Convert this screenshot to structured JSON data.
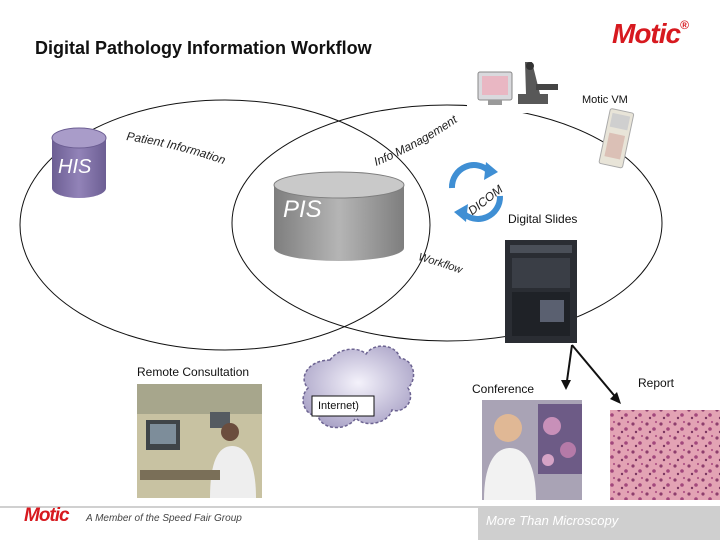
{
  "title": "Digital Pathology Information Workflow",
  "brand": {
    "logo_text": "Motic",
    "registered": "®"
  },
  "nodes": {
    "his": "HIS",
    "pis": "PIS",
    "motic_vm": "Motic VM",
    "digital_slides": "Digital Slides",
    "remote_consultation": "Remote Consultation",
    "internet": "Internet)",
    "conference": "Conference",
    "report": "Report"
  },
  "curved_labels": {
    "patient_information": "Patient Information",
    "info_management": "Info Management",
    "dicom": "DICOM",
    "workflow": "Workflow"
  },
  "footer": {
    "logo_text": "Motic",
    "member_text": "A Member of the Speed Fair Group",
    "slogan": "More Than Microscopy"
  },
  "colors": {
    "brand_red": "#d7191f",
    "cylinder_purple": "#7d6fa3",
    "cylinder_gray": "#9a9a9a",
    "dicom_blue": "#3f8fd4"
  },
  "icons": [
    "microscope-workstation-image",
    "slide-image",
    "scanner-image",
    "lab-photo-image",
    "conference-photo-image",
    "tissue-image",
    "cloud-icon",
    "dicom-cycle-icon"
  ]
}
